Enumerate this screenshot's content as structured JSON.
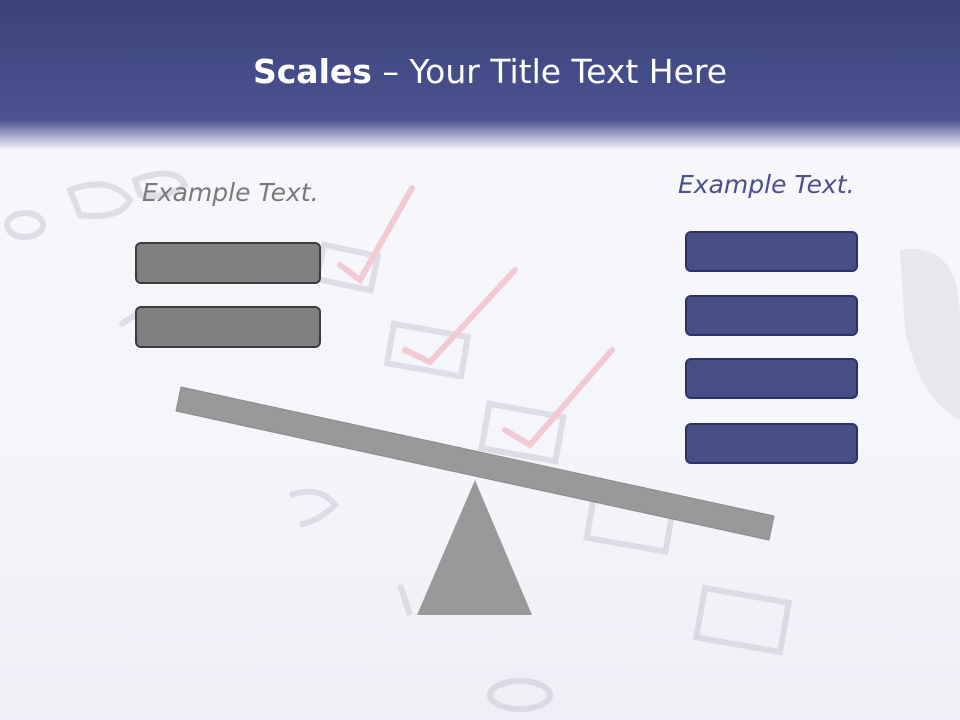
{
  "slide": {
    "title_bold": "Scales",
    "title_rest": " – Your Title Text Here"
  },
  "left": {
    "label": "Example Text.",
    "boxes": [
      "",
      ""
    ]
  },
  "right": {
    "label": "Example Text.",
    "boxes": [
      "",
      "",
      "",
      ""
    ]
  },
  "colors": {
    "header": "#434c86",
    "left_box": "#808080",
    "right_box": "#474e86",
    "beam": "#999999",
    "fulcrum": "#999999",
    "right_label": "#4a5088",
    "left_label": "#7a7a7a"
  }
}
